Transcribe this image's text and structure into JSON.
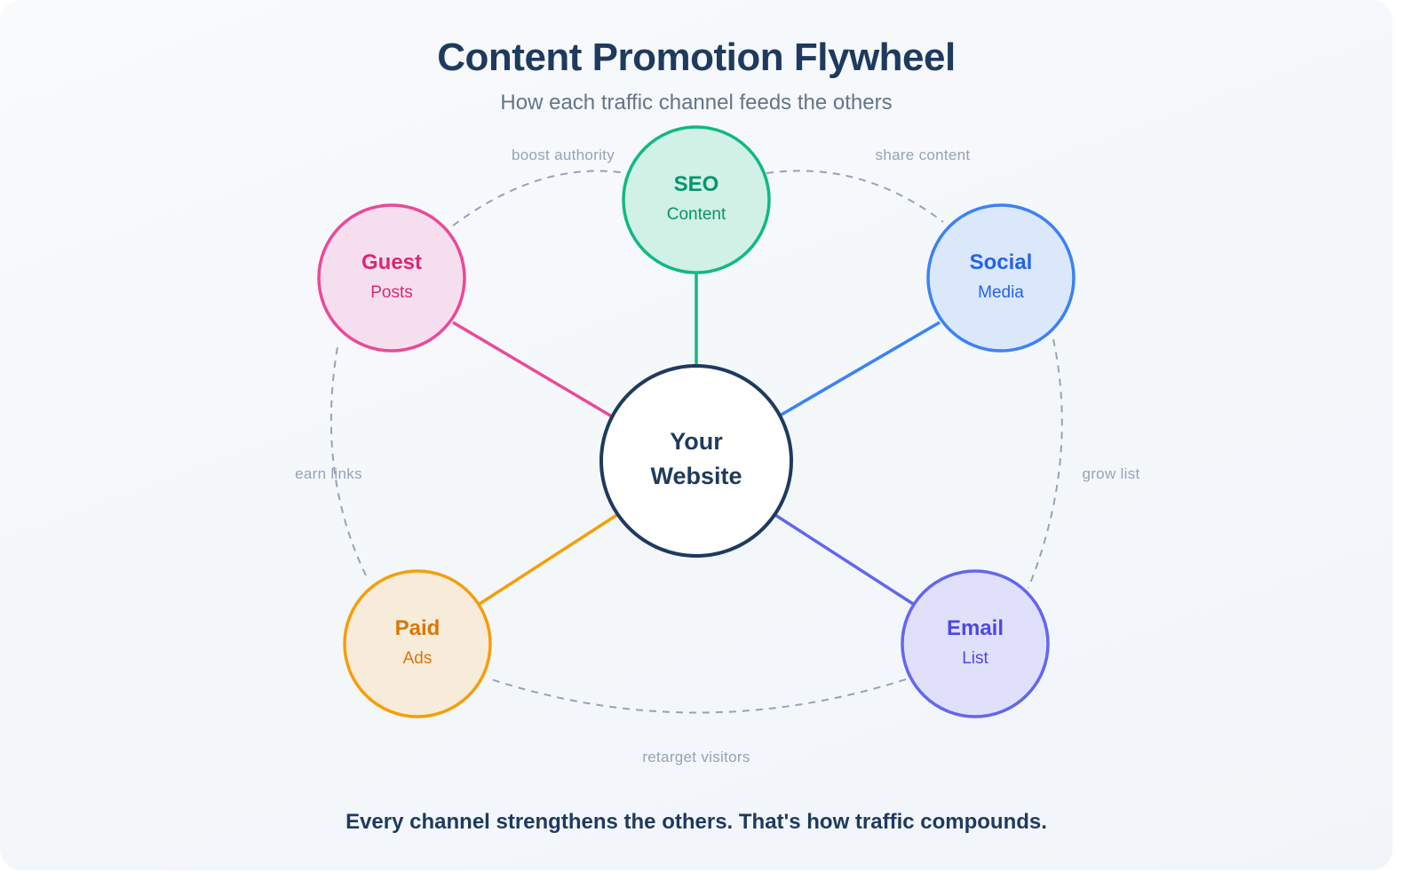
{
  "header": {
    "title": "Content Promotion Flywheel",
    "subtitle": "How each traffic channel feeds the others"
  },
  "hub": {
    "line1": "Your",
    "line2": "Website",
    "stroke": "#1e3a5f",
    "fill": "#ffffff"
  },
  "nodes": [
    {
      "id": "seo",
      "title": "SEO",
      "subtitle": "Content",
      "stroke": "#10b981",
      "fill": "#d1f0e6",
      "text": "#059669"
    },
    {
      "id": "social",
      "title": "Social",
      "subtitle": "Media",
      "stroke": "#3b82f6",
      "fill": "#dbe7fb",
      "text": "#2563eb"
    },
    {
      "id": "email",
      "title": "Email",
      "subtitle": "List",
      "stroke": "#6366f1",
      "fill": "#e0e0fa",
      "text": "#4f46e5"
    },
    {
      "id": "paid",
      "title": "Paid",
      "subtitle": "Ads",
      "stroke": "#f59e0b",
      "fill": "#f7ebd9",
      "text": "#d97706"
    },
    {
      "id": "guest",
      "title": "Guest",
      "subtitle": "Posts",
      "stroke": "#ec4899",
      "fill": "#f5dfee",
      "text": "#db2777"
    }
  ],
  "edge_labels": {
    "seo_social": "share content",
    "social_email": "grow list",
    "email_paid": "retarget visitors",
    "paid_guest": "earn links",
    "guest_seo": "boost authority"
  },
  "footer": {
    "text": "Every channel strengthens the others. That's how traffic compounds."
  }
}
